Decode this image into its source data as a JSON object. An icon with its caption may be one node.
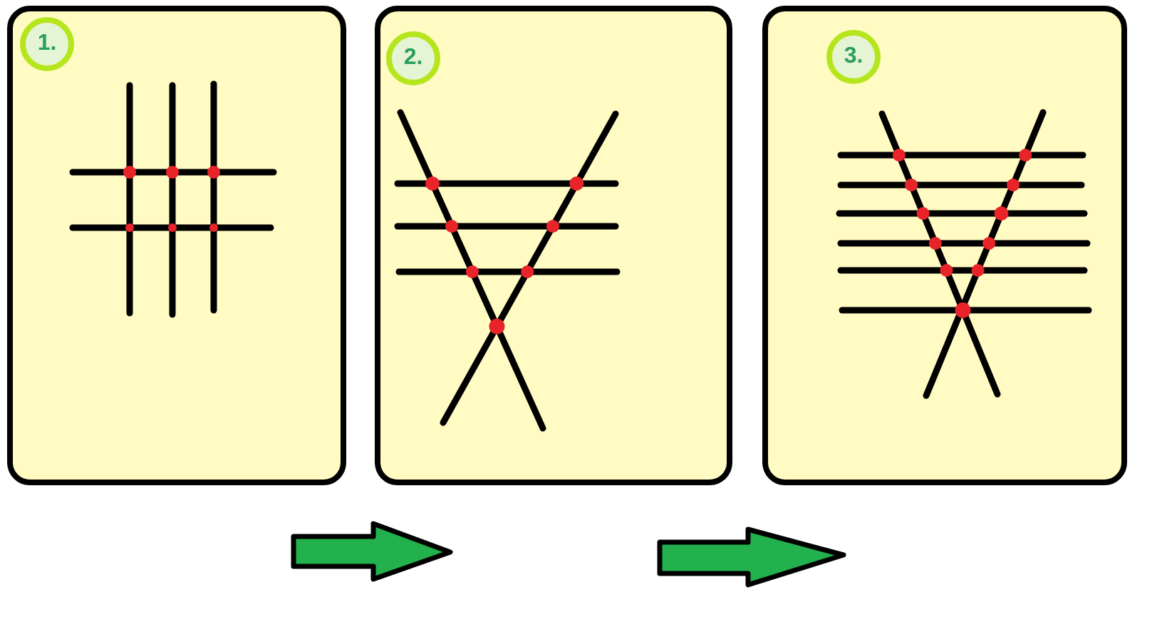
{
  "diagram": {
    "nodes": [
      {
        "text": [],
        "shape": "box"
      },
      {
        "text": [
          "1."
        ],
        "in": 0
      },
      {
        "text": [],
        "shape": "box"
      },
      {
        "text": [
          "2."
        ],
        "in": 2
      },
      {
        "text": [],
        "shape": "box"
      },
      {
        "text": [
          "3."
        ],
        "in": 4
      }
    ]
  }
}
